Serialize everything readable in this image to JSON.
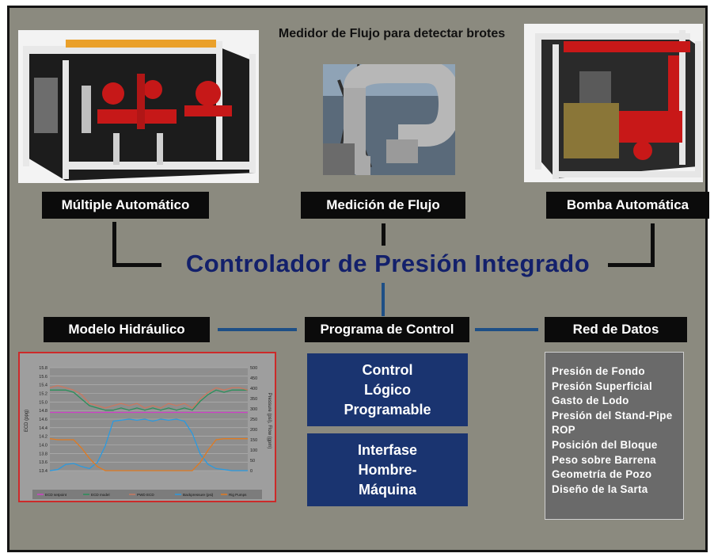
{
  "header": {
    "top_caption": "Medidor de Flujo para detectar brotes"
  },
  "equipment": [
    {
      "label": "Múltiple Automático",
      "icon": "manifold-skid-photo"
    },
    {
      "label": "Medición de Flujo",
      "icon": "coriolis-flow-meter-photo"
    },
    {
      "label": "Bomba Automática",
      "icon": "pump-skid-photo"
    }
  ],
  "title": "Controlador de Presión Integrado",
  "middle": {
    "left": "Modelo Hidráulico",
    "center": "Programa de Control",
    "right": "Red de Datos"
  },
  "control_blocks": [
    [
      "Control",
      "Lógico",
      "Programable"
    ],
    [
      "Interfase",
      "Hombre-",
      "Máquina"
    ]
  ],
  "data_items": [
    "Presión de Fondo",
    "Presión Superficial",
    "Gasto de Lodo",
    "Presión del Stand-Pipe",
    "ROP",
    "Posición del Bloque",
    "Peso sobre Barrena",
    "Geometría de Pozo",
    "Diseño de la Sarta"
  ],
  "chart_data": {
    "type": "line",
    "title": "",
    "ylabel": "ECD (ppg)",
    "y2label": "Pressure (psi), Flow (gpm)",
    "ylim": [
      13.5,
      15.8
    ],
    "y2lim": [
      0,
      500
    ],
    "y_ticks": [
      "15.8",
      "15.6",
      "15.4",
      "15.2",
      "15.0",
      "14.8",
      "14.6",
      "14.4",
      "14.2",
      "14.0",
      "13.8",
      "13.6",
      "13.4"
    ],
    "y2_ticks": [
      "500",
      "450",
      "400",
      "350",
      "300",
      "250",
      "200",
      "150",
      "100",
      "50",
      "0"
    ],
    "grid": true,
    "legend_position": "bottom",
    "series": [
      {
        "name": "ECD setpoint",
        "color": "#d040c8",
        "axis": "left",
        "values": [
          14.8,
          14.8,
          14.8,
          14.8,
          14.8,
          14.8,
          14.8,
          14.8,
          14.8,
          14.8,
          14.8,
          14.8,
          14.8,
          14.8,
          14.8,
          14.8,
          14.8,
          14.8,
          14.8,
          14.8,
          14.8,
          14.8,
          14.8,
          14.8,
          14.8,
          14.8
        ]
      },
      {
        "name": "ECD model",
        "color": "#2a8f5a",
        "axis": "left",
        "values": [
          15.3,
          15.3,
          15.3,
          15.25,
          15.1,
          14.95,
          14.9,
          14.85,
          14.85,
          14.9,
          14.85,
          14.9,
          14.85,
          14.9,
          14.85,
          14.9,
          14.85,
          14.9,
          14.85,
          15.05,
          15.2,
          15.3,
          15.25,
          15.3,
          15.3,
          15.3
        ]
      },
      {
        "name": "PWD ECD",
        "color": "#c87860",
        "axis": "left",
        "values": [
          15.35,
          15.4,
          15.35,
          15.3,
          15.2,
          15.0,
          14.95,
          14.9,
          14.95,
          15.0,
          14.95,
          15.0,
          14.9,
          14.95,
          14.9,
          15.0,
          14.95,
          15.0,
          14.9,
          15.1,
          15.25,
          15.35,
          15.3,
          15.35,
          15.35,
          15.3
        ]
      },
      {
        "name": "Backpressure (psi)",
        "color": "#2a9ae0",
        "axis": "right",
        "values": [
          0,
          5,
          30,
          35,
          20,
          10,
          40,
          120,
          240,
          245,
          250,
          245,
          250,
          240,
          250,
          245,
          250,
          240,
          180,
          80,
          30,
          10,
          5,
          0,
          0,
          0
        ]
      },
      {
        "name": "Rig Pumps",
        "color": "#e07a20",
        "axis": "right",
        "values": [
          155,
          150,
          150,
          150,
          110,
          60,
          20,
          0,
          0,
          0,
          0,
          0,
          0,
          0,
          0,
          0,
          0,
          0,
          0,
          40,
          100,
          150,
          155,
          155,
          155,
          155
        ]
      }
    ]
  }
}
